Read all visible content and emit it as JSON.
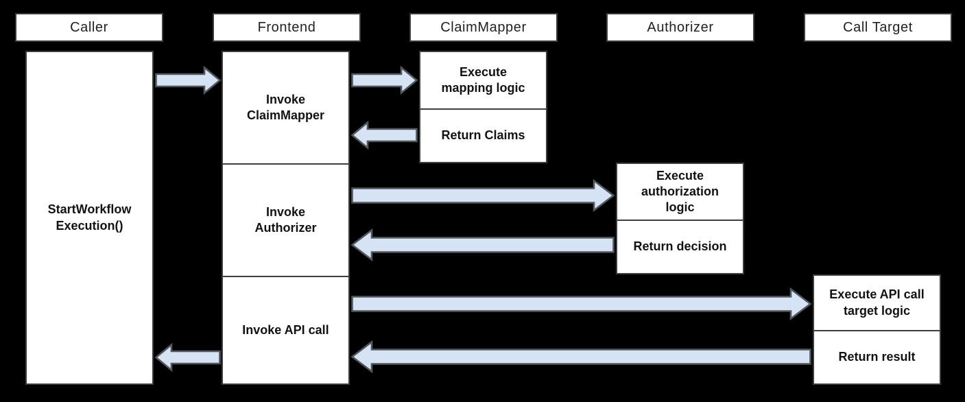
{
  "colors": {
    "background": "#000000",
    "box_fill": "#ffffff",
    "box_border": "#3d3d3d",
    "arrow_fill": "#d6e3f4",
    "arrow_stroke": "#51575d",
    "header_text": "#212121",
    "body_text": "#121212"
  },
  "lanes": [
    {
      "id": "caller",
      "header": "Caller"
    },
    {
      "id": "frontend",
      "header": "Frontend"
    },
    {
      "id": "claimmapper",
      "header": "ClaimMapper"
    },
    {
      "id": "authorizer",
      "header": "Authorizer"
    },
    {
      "id": "call_target",
      "header": "Call Target"
    }
  ],
  "boxes": {
    "caller": [
      "StartWorkflow\nExecution()"
    ],
    "frontend": [
      "Invoke\nClaimMapper",
      "Invoke\nAuthorizer",
      "Invoke API call"
    ],
    "claimmapper": [
      "Execute\nmapping logic",
      "Return Claims"
    ],
    "authorizer": [
      "Execute\nauthorization\nlogic",
      "Return decision"
    ],
    "call_target": [
      "Execute API call\ntarget logic",
      "Return result"
    ]
  },
  "arrows": [
    {
      "name": "caller-to-frontend",
      "from": "Caller",
      "to": "Frontend",
      "direction": "right",
      "meaning": "StartWorkflowExecution()"
    },
    {
      "name": "frontend-to-claimmapper",
      "from": "Frontend",
      "to": "ClaimMapper",
      "direction": "right",
      "meaning": "Invoke ClaimMapper"
    },
    {
      "name": "claimmapper-to-frontend",
      "from": "ClaimMapper",
      "to": "Frontend",
      "direction": "left",
      "meaning": "Return Claims"
    },
    {
      "name": "frontend-to-authorizer",
      "from": "Frontend",
      "to": "Authorizer",
      "direction": "right",
      "meaning": "Invoke Authorizer"
    },
    {
      "name": "authorizer-to-frontend",
      "from": "Authorizer",
      "to": "Frontend",
      "direction": "left",
      "meaning": "Return decision"
    },
    {
      "name": "frontend-to-calltarget",
      "from": "Frontend",
      "to": "Call Target",
      "direction": "right",
      "meaning": "Invoke API call"
    },
    {
      "name": "calltarget-to-frontend",
      "from": "Call Target",
      "to": "Frontend",
      "direction": "left",
      "meaning": "Return result"
    },
    {
      "name": "frontend-to-caller",
      "from": "Frontend",
      "to": "Caller",
      "direction": "left",
      "meaning": "Return result"
    }
  ]
}
